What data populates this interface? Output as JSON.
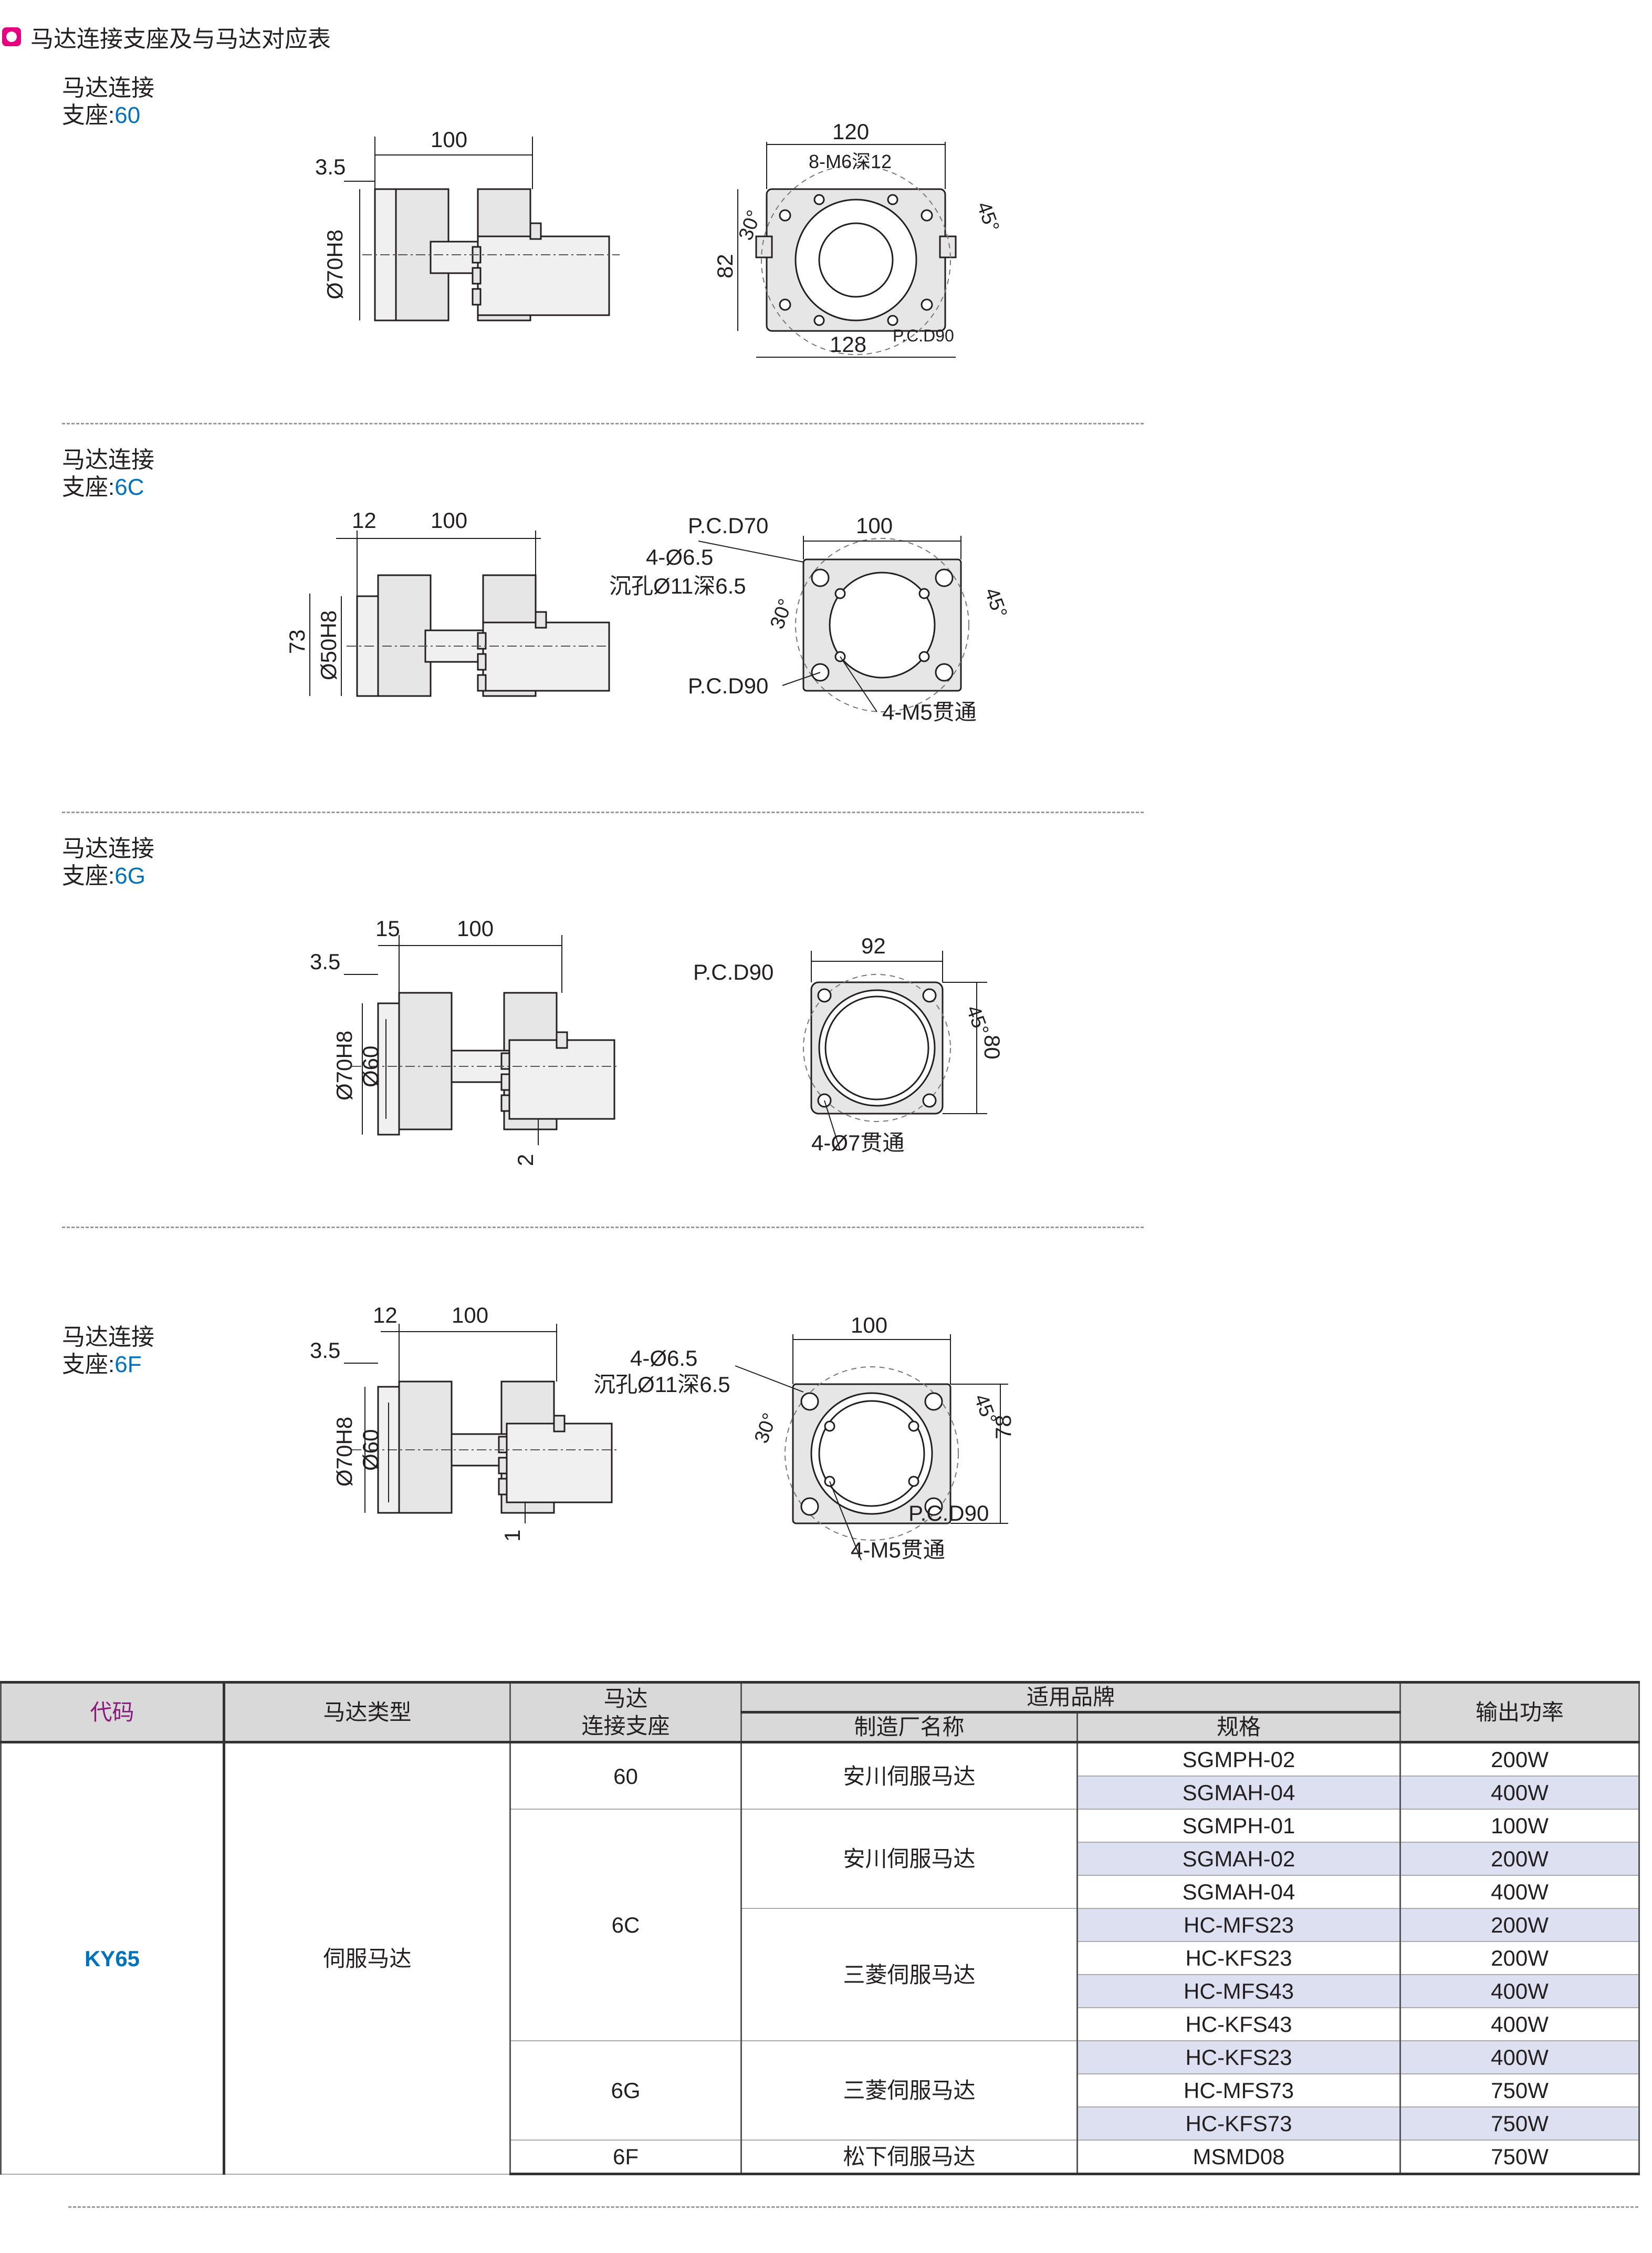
{
  "header": {
    "title": "马达连接支座及与马达对应表"
  },
  "sections": [
    {
      "label_line1": "马达连接",
      "label_line2_prefix": "支座:",
      "code": "60",
      "side_dims": [
        "3.5",
        "100",
        "Ø70H8"
      ],
      "front_dims": [
        "120",
        "8-M6深12",
        "30°",
        "45°",
        "82",
        "128",
        "P.C.D90"
      ]
    },
    {
      "label_line1": "马达连接",
      "label_line2_prefix": "支座:",
      "code": "6C",
      "side_dims": [
        "12",
        "100",
        "73",
        "Ø50H8"
      ],
      "front_dims": [
        "P.C.D70",
        "100",
        "4-Ø6.5",
        "沉孔Ø11深6.5",
        "30°",
        "45°",
        "P.C.D90",
        "4-M5贯通"
      ]
    },
    {
      "label_line1": "马达连接",
      "label_line2_prefix": "支座:",
      "code": "6G",
      "side_dims": [
        "15",
        "100",
        "3.5",
        "Ø70H8",
        "Ø60",
        "2"
      ],
      "front_dims": [
        "92",
        "P.C.D90",
        "45°",
        "80",
        "4-Ø7贯通"
      ]
    },
    {
      "label_line1": "马达连接",
      "label_line2_prefix": "支座:",
      "code": "6F",
      "side_dims": [
        "12",
        "100",
        "3.5",
        "Ø70H8",
        "Ø60",
        "1"
      ],
      "front_dims": [
        "100",
        "4-Ø6.5",
        "沉孔Ø11深6.5",
        "30°",
        "45°",
        "78",
        "P.C.D90",
        "4-M5贯通"
      ]
    }
  ],
  "table": {
    "headers": {
      "code": "代码",
      "motor_type": "马达类型",
      "seat_line1": "马达",
      "seat_line2": "连接支座",
      "brand": "适用品牌",
      "maker": "制造厂名称",
      "spec": "规格",
      "power": "输出功率"
    },
    "code": "KY65",
    "motor_type": "伺服马达",
    "seat_60": "60",
    "seat_6C": "6C",
    "seat_6G": "6G",
    "seat_6F": "6F",
    "maker_yaskawa_1": "安川伺服马达",
    "maker_yaskawa_2": "安川伺服马达",
    "maker_mitsubishi_1": "三菱伺服马达",
    "maker_mitsubishi_2": "三菱伺服马达",
    "maker_panasonic": "松下伺服马达",
    "rows": [
      {
        "spec": "SGMPH-02",
        "power": "200W"
      },
      {
        "spec": "SGMAH-04",
        "power": "400W"
      },
      {
        "spec": "SGMPH-01",
        "power": "100W"
      },
      {
        "spec": "SGMAH-02",
        "power": "200W"
      },
      {
        "spec": "SGMAH-04",
        "power": "400W"
      },
      {
        "spec": "HC-MFS23",
        "power": "200W"
      },
      {
        "spec": "HC-KFS23",
        "power": "200W"
      },
      {
        "spec": "HC-MFS43",
        "power": "400W"
      },
      {
        "spec": "HC-KFS43",
        "power": "400W"
      },
      {
        "spec": "HC-KFS23",
        "power": "400W"
      },
      {
        "spec": "HC-MFS73",
        "power": "750W"
      },
      {
        "spec": "HC-KFS73",
        "power": "750W"
      },
      {
        "spec": "MSMD08",
        "power": "750W"
      }
    ]
  }
}
